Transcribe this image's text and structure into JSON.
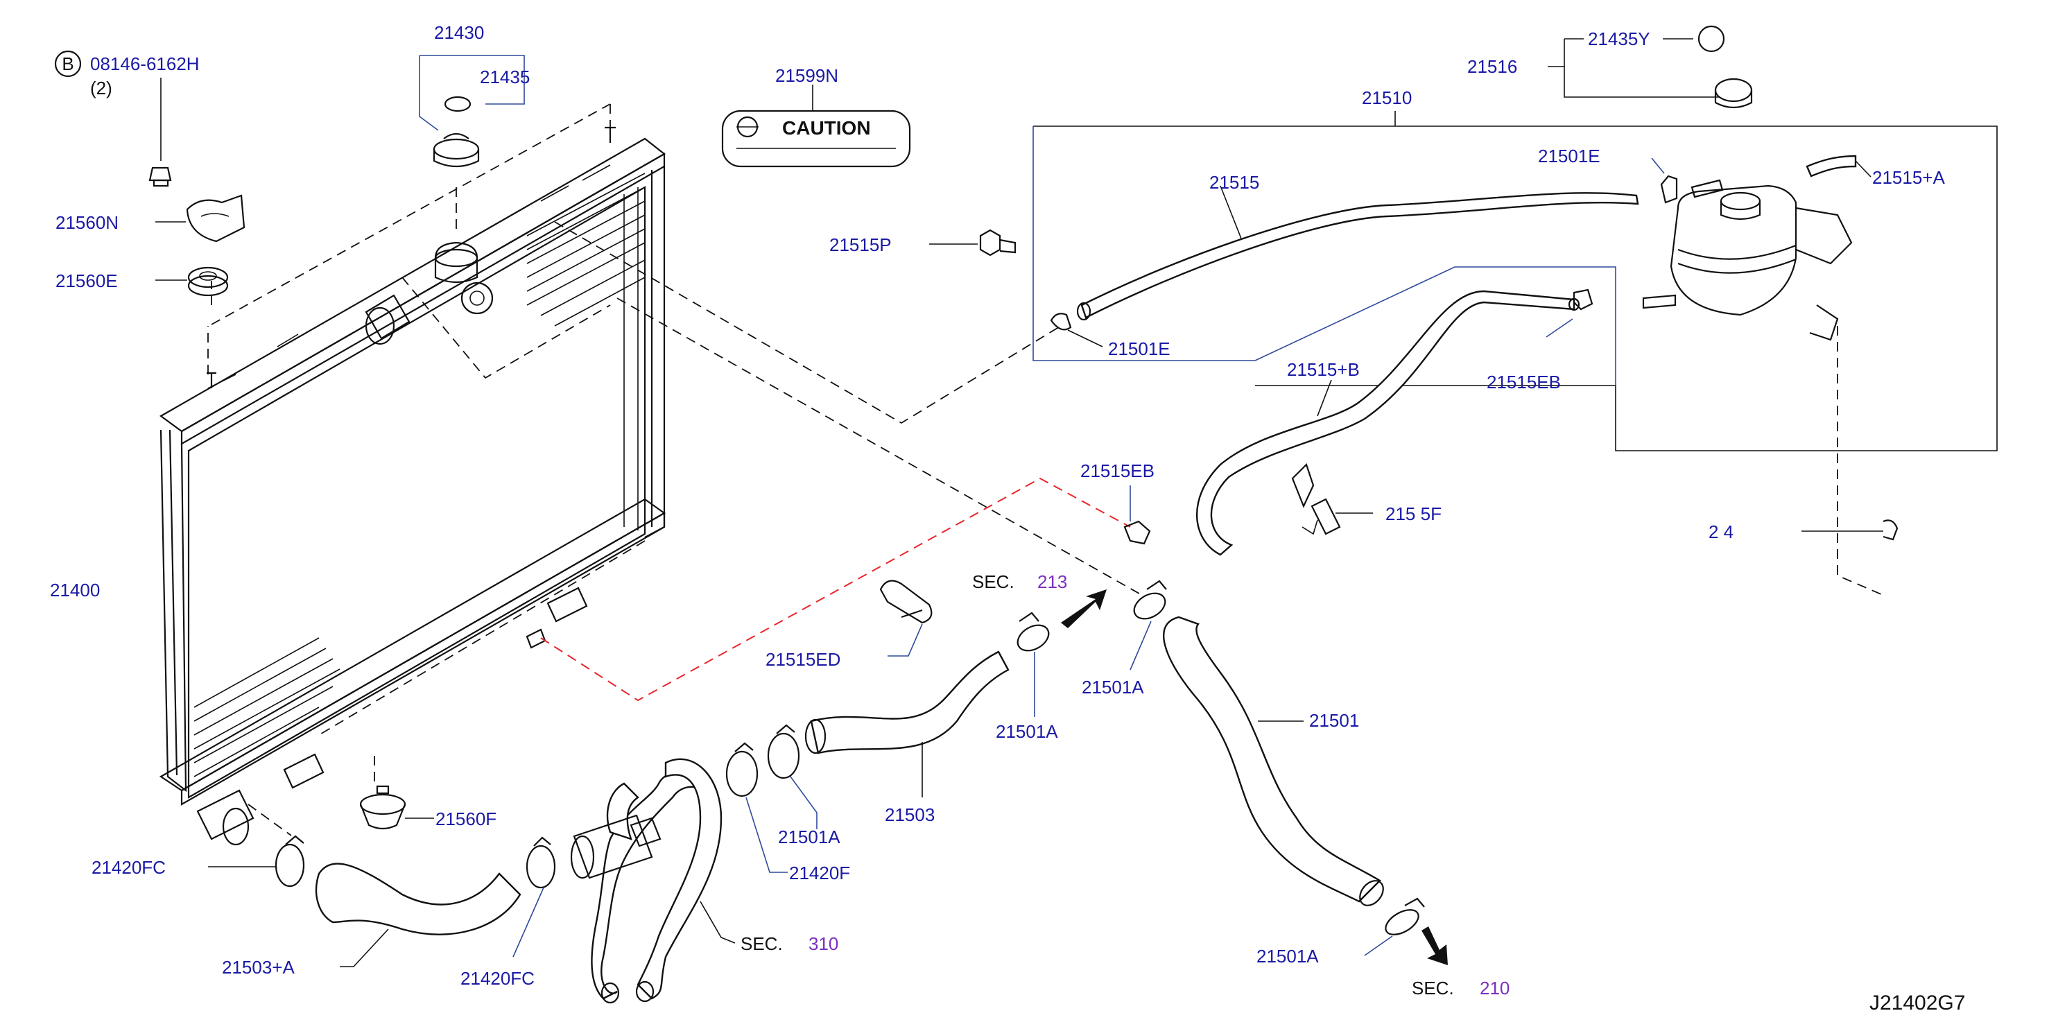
{
  "diagram_id": "J21402G7",
  "bolt_marker": "B",
  "caution_label": "CAUTION",
  "labels": {
    "bolt": "08146-6162H",
    "bolt_qty": "(2)",
    "p21430": "21430",
    "p21435": "21435",
    "p21599N": "21599N",
    "p21435Y": "21435Y",
    "p21516": "21516",
    "p21510": "21510",
    "p21501E_top": "21501E",
    "p21515": "21515",
    "p21515A": "21515+A",
    "p21515P": "21515P",
    "p21560N": "21560N",
    "p21560E": "21560E",
    "p21501E_bottom": "21501E",
    "p21515B": "21515+B",
    "p21515EB_right": "21515EB",
    "p21515EB_mid": "21515EB",
    "p215_5F_partial": "215 5F",
    "p214_partial": "2 4  ",
    "p21400": "21400",
    "sec213_prefix": "SEC.",
    "sec213_num": "213",
    "p21515ED": "21515ED",
    "p21501A_1": "21501A",
    "p21501A_2": "21501A",
    "p21501": "21501",
    "p21503": "21503",
    "p21501A_3": "21501A",
    "p21560F": "21560F",
    "p21420F": "21420F",
    "p21420FC_left": "21420FC",
    "p21503A": "21503+A",
    "p21420FC_bottom": "21420FC",
    "sec310_prefix": "SEC.",
    "sec310_num": "310",
    "p21501A_4": "21501A",
    "sec210_prefix": "SEC.",
    "sec210_num": "210"
  },
  "colors": {
    "label": "#1a1aa6",
    "section_ref": "#7a2fbf",
    "red_dash": "#e8262b",
    "leader_blue": "#2f4a9a",
    "line": "#111111"
  }
}
